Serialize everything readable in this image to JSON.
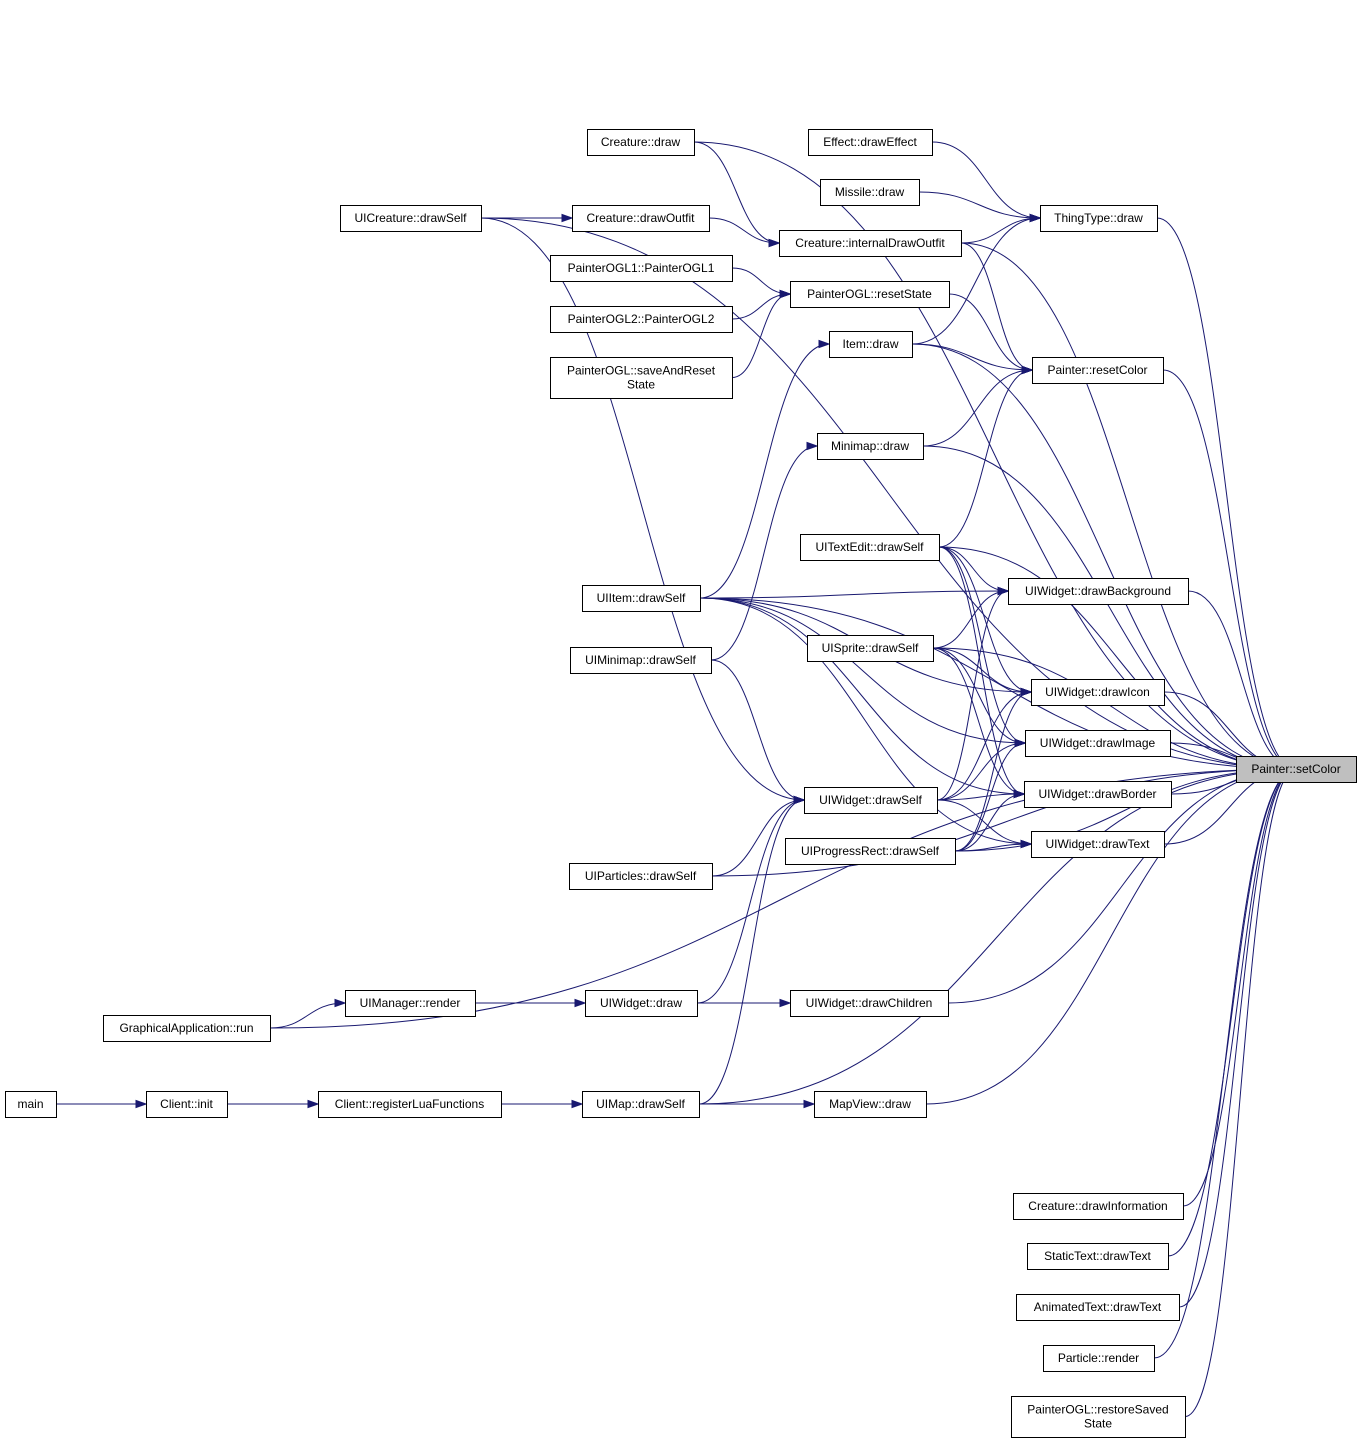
{
  "colors": {
    "edge": "#191970",
    "node_border": "#000000",
    "node_fill": "#ffffff",
    "target_fill": "#bfbfbf",
    "background": "#ffffff"
  },
  "nodes": [
    {
      "id": "setColor",
      "lines": [
        "Painter::setColor"
      ],
      "target": true
    },
    {
      "id": "creatureDraw",
      "lines": [
        "Creature::draw"
      ]
    },
    {
      "id": "effectDrawEffect",
      "lines": [
        "Effect::drawEffect"
      ]
    },
    {
      "id": "missileDraw",
      "lines": [
        "Missile::draw"
      ]
    },
    {
      "id": "uiCreatureDrawSelf",
      "lines": [
        "UICreature::drawSelf"
      ]
    },
    {
      "id": "creatureDrawOutfit",
      "lines": [
        "Creature::drawOutfit"
      ]
    },
    {
      "id": "thingTypeDraw",
      "lines": [
        "ThingType::draw"
      ]
    },
    {
      "id": "creatureInternalDrawOutfit",
      "lines": [
        "Creature::internalDrawOutfit"
      ]
    },
    {
      "id": "painterOGL1",
      "lines": [
        "PainterOGL1::PainterOGL1"
      ]
    },
    {
      "id": "painterOGLResetState",
      "lines": [
        "PainterOGL::resetState"
      ]
    },
    {
      "id": "painterOGL2",
      "lines": [
        "PainterOGL2::PainterOGL2"
      ]
    },
    {
      "id": "itemDraw",
      "lines": [
        "Item::draw"
      ]
    },
    {
      "id": "painterOGLSaveAndReset",
      "lines": [
        "PainterOGL::saveAndReset",
        "State"
      ]
    },
    {
      "id": "painterResetColor",
      "lines": [
        "Painter::resetColor"
      ]
    },
    {
      "id": "minimapDraw",
      "lines": [
        "Minimap::draw"
      ]
    },
    {
      "id": "uiTextEditDrawSelf",
      "lines": [
        "UITextEdit::drawSelf"
      ]
    },
    {
      "id": "uiWidgetDrawBackground",
      "lines": [
        "UIWidget::drawBackground"
      ]
    },
    {
      "id": "uiItemDrawSelf",
      "lines": [
        "UIItem::drawSelf"
      ]
    },
    {
      "id": "uiSpriteDrawSelf",
      "lines": [
        "UISprite::drawSelf"
      ]
    },
    {
      "id": "uiMinimapDrawSelf",
      "lines": [
        "UIMinimap::drawSelf"
      ]
    },
    {
      "id": "uiWidgetDrawIcon",
      "lines": [
        "UIWidget::drawIcon"
      ]
    },
    {
      "id": "uiWidgetDrawImage",
      "lines": [
        "UIWidget::drawImage"
      ]
    },
    {
      "id": "uiWidgetDrawSelf",
      "lines": [
        "UIWidget::drawSelf"
      ]
    },
    {
      "id": "uiWidgetDrawBorder",
      "lines": [
        "UIWidget::drawBorder"
      ]
    },
    {
      "id": "uiWidgetDrawText",
      "lines": [
        "UIWidget::drawText"
      ]
    },
    {
      "id": "uiProgressRectDrawSelf",
      "lines": [
        "UIProgressRect::drawSelf"
      ]
    },
    {
      "id": "uiParticlesDrawSelf",
      "lines": [
        "UIParticles::drawSelf"
      ]
    },
    {
      "id": "uiManagerRender",
      "lines": [
        "UIManager::render"
      ]
    },
    {
      "id": "uiWidgetDraw",
      "lines": [
        "UIWidget::draw"
      ]
    },
    {
      "id": "uiWidgetDrawChildren",
      "lines": [
        "UIWidget::drawChildren"
      ]
    },
    {
      "id": "graphicalAppRun",
      "lines": [
        "GraphicalApplication::run"
      ]
    },
    {
      "id": "main",
      "lines": [
        "main"
      ]
    },
    {
      "id": "clientInit",
      "lines": [
        "Client::init"
      ]
    },
    {
      "id": "clientRegisterLua",
      "lines": [
        "Client::registerLuaFunctions"
      ]
    },
    {
      "id": "uiMapDrawSelf",
      "lines": [
        "UIMap::drawSelf"
      ]
    },
    {
      "id": "mapViewDraw",
      "lines": [
        "MapView::draw"
      ]
    },
    {
      "id": "creatureDrawInformation",
      "lines": [
        "Creature::drawInformation"
      ]
    },
    {
      "id": "staticTextDrawText",
      "lines": [
        "StaticText::drawText"
      ]
    },
    {
      "id": "animatedTextDrawText",
      "lines": [
        "AnimatedText::drawText"
      ]
    },
    {
      "id": "particleRender",
      "lines": [
        "Particle::render"
      ]
    },
    {
      "id": "painterOGLRestoreSaved",
      "lines": [
        "PainterOGL::restoreSaved",
        "State"
      ]
    }
  ],
  "edges": [
    [
      "creatureDraw",
      "setColor"
    ],
    [
      "effectDrawEffect",
      "thingTypeDraw"
    ],
    [
      "missileDraw",
      "thingTypeDraw"
    ],
    [
      "uiCreatureDrawSelf",
      "creatureDrawOutfit"
    ],
    [
      "uiCreatureDrawSelf",
      "setColor"
    ],
    [
      "uiCreatureDrawSelf",
      "uiWidgetDrawSelf"
    ],
    [
      "creatureDraw",
      "creatureInternalDrawOutfit"
    ],
    [
      "creatureDrawOutfit",
      "creatureInternalDrawOutfit"
    ],
    [
      "creatureInternalDrawOutfit",
      "thingTypeDraw"
    ],
    [
      "creatureInternalDrawOutfit",
      "painterResetColor"
    ],
    [
      "creatureInternalDrawOutfit",
      "setColor"
    ],
    [
      "thingTypeDraw",
      "setColor"
    ],
    [
      "painterOGL1",
      "painterOGLResetState"
    ],
    [
      "painterOGL2",
      "painterOGLResetState"
    ],
    [
      "painterOGLSaveAndReset",
      "painterOGLResetState"
    ],
    [
      "painterOGLResetState",
      "painterResetColor"
    ],
    [
      "itemDraw",
      "thingTypeDraw"
    ],
    [
      "itemDraw",
      "painterResetColor"
    ],
    [
      "itemDraw",
      "setColor"
    ],
    [
      "painterResetColor",
      "setColor"
    ],
    [
      "minimapDraw",
      "painterResetColor"
    ],
    [
      "minimapDraw",
      "setColor"
    ],
    [
      "uiTextEditDrawSelf",
      "painterResetColor"
    ],
    [
      "uiTextEditDrawSelf",
      "uiWidgetDrawBackground"
    ],
    [
      "uiTextEditDrawSelf",
      "uiWidgetDrawIcon"
    ],
    [
      "uiTextEditDrawSelf",
      "uiWidgetDrawImage"
    ],
    [
      "uiTextEditDrawSelf",
      "uiWidgetDrawBorder"
    ],
    [
      "uiTextEditDrawSelf",
      "setColor"
    ],
    [
      "uiItemDrawSelf",
      "itemDraw"
    ],
    [
      "uiItemDrawSelf",
      "setColor"
    ],
    [
      "uiItemDrawSelf",
      "uiWidgetDrawBackground"
    ],
    [
      "uiItemDrawSelf",
      "uiWidgetDrawIcon"
    ],
    [
      "uiItemDrawSelf",
      "uiWidgetDrawImage"
    ],
    [
      "uiItemDrawSelf",
      "uiWidgetDrawBorder"
    ],
    [
      "uiItemDrawSelf",
      "uiWidgetDrawText"
    ],
    [
      "uiMinimapDrawSelf",
      "minimapDraw"
    ],
    [
      "uiMinimapDrawSelf",
      "uiWidgetDrawSelf"
    ],
    [
      "uiSpriteDrawSelf",
      "uiWidgetDrawBackground"
    ],
    [
      "uiSpriteDrawSelf",
      "uiWidgetDrawIcon"
    ],
    [
      "uiSpriteDrawSelf",
      "uiWidgetDrawImage"
    ],
    [
      "uiSpriteDrawSelf",
      "uiWidgetDrawBorder"
    ],
    [
      "uiSpriteDrawSelf",
      "setColor"
    ],
    [
      "uiWidgetDrawBackground",
      "setColor"
    ],
    [
      "uiWidgetDrawIcon",
      "setColor"
    ],
    [
      "uiWidgetDrawImage",
      "setColor"
    ],
    [
      "uiWidgetDrawBorder",
      "setColor"
    ],
    [
      "uiWidgetDrawText",
      "setColor"
    ],
    [
      "uiWidgetDrawSelf",
      "uiWidgetDrawBackground"
    ],
    [
      "uiWidgetDrawSelf",
      "uiWidgetDrawIcon"
    ],
    [
      "uiWidgetDrawSelf",
      "uiWidgetDrawImage"
    ],
    [
      "uiWidgetDrawSelf",
      "uiWidgetDrawBorder"
    ],
    [
      "uiWidgetDrawSelf",
      "uiWidgetDrawText"
    ],
    [
      "uiProgressRectDrawSelf",
      "uiWidgetDrawIcon"
    ],
    [
      "uiProgressRectDrawSelf",
      "uiWidgetDrawImage"
    ],
    [
      "uiProgressRectDrawSelf",
      "uiWidgetDrawBorder"
    ],
    [
      "uiProgressRectDrawSelf",
      "uiWidgetDrawText"
    ],
    [
      "uiProgressRectDrawSelf",
      "setColor"
    ],
    [
      "uiParticlesDrawSelf",
      "uiWidgetDrawSelf"
    ],
    [
      "uiParticlesDrawSelf",
      "setColor"
    ],
    [
      "uiManagerRender",
      "uiWidgetDraw"
    ],
    [
      "uiWidgetDraw",
      "uiWidgetDrawSelf"
    ],
    [
      "uiWidgetDraw",
      "uiWidgetDrawChildren"
    ],
    [
      "uiWidgetDrawChildren",
      "setColor"
    ],
    [
      "graphicalAppRun",
      "uiManagerRender"
    ],
    [
      "graphicalAppRun",
      "setColor"
    ],
    [
      "main",
      "clientInit"
    ],
    [
      "clientInit",
      "clientRegisterLua"
    ],
    [
      "clientRegisterLua",
      "uiMapDrawSelf"
    ],
    [
      "uiMapDrawSelf",
      "mapViewDraw"
    ],
    [
      "uiMapDrawSelf",
      "uiWidgetDrawSelf"
    ],
    [
      "uiMapDrawSelf",
      "setColor"
    ],
    [
      "mapViewDraw",
      "setColor"
    ],
    [
      "creatureDrawInformation",
      "setColor"
    ],
    [
      "staticTextDrawText",
      "setColor"
    ],
    [
      "animatedTextDrawText",
      "setColor"
    ],
    [
      "particleRender",
      "setColor"
    ],
    [
      "painterOGLRestoreSaved",
      "setColor"
    ]
  ]
}
